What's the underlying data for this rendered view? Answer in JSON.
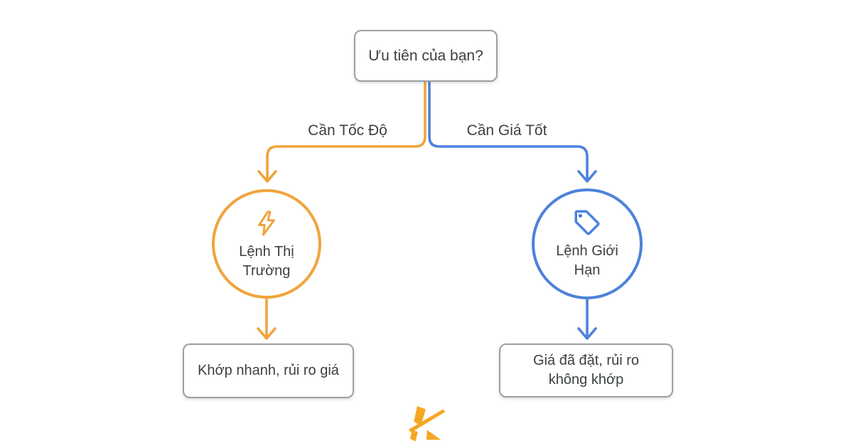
{
  "diagram": {
    "title_question": "Ưu tiên của bạn?",
    "branches": {
      "left": {
        "label": "Cần Tốc Độ",
        "color": "#F0A43C"
      },
      "right": {
        "label": "Cần Giá Tốt",
        "color": "#4C82DC"
      }
    },
    "nodes": {
      "market_order": {
        "label": "Lệnh Thị Trường",
        "icon": "lightning-bolt",
        "outcome": "Khớp nhanh, rủi ro giá"
      },
      "limit_order": {
        "label": "Lệnh Giới Hạn",
        "icon": "price-tag",
        "outcome": "Giá đã đặt, rủi ro không khớp"
      }
    },
    "logo": {
      "name": "k-brand-logo",
      "color": "#F5A623"
    },
    "colors": {
      "orange": "#F0A43C",
      "blue": "#4C82DC",
      "box_border": "#9AA0A6",
      "text": "#3C4043",
      "background": "#FFFFFF",
      "logo": "#F5A623"
    }
  }
}
